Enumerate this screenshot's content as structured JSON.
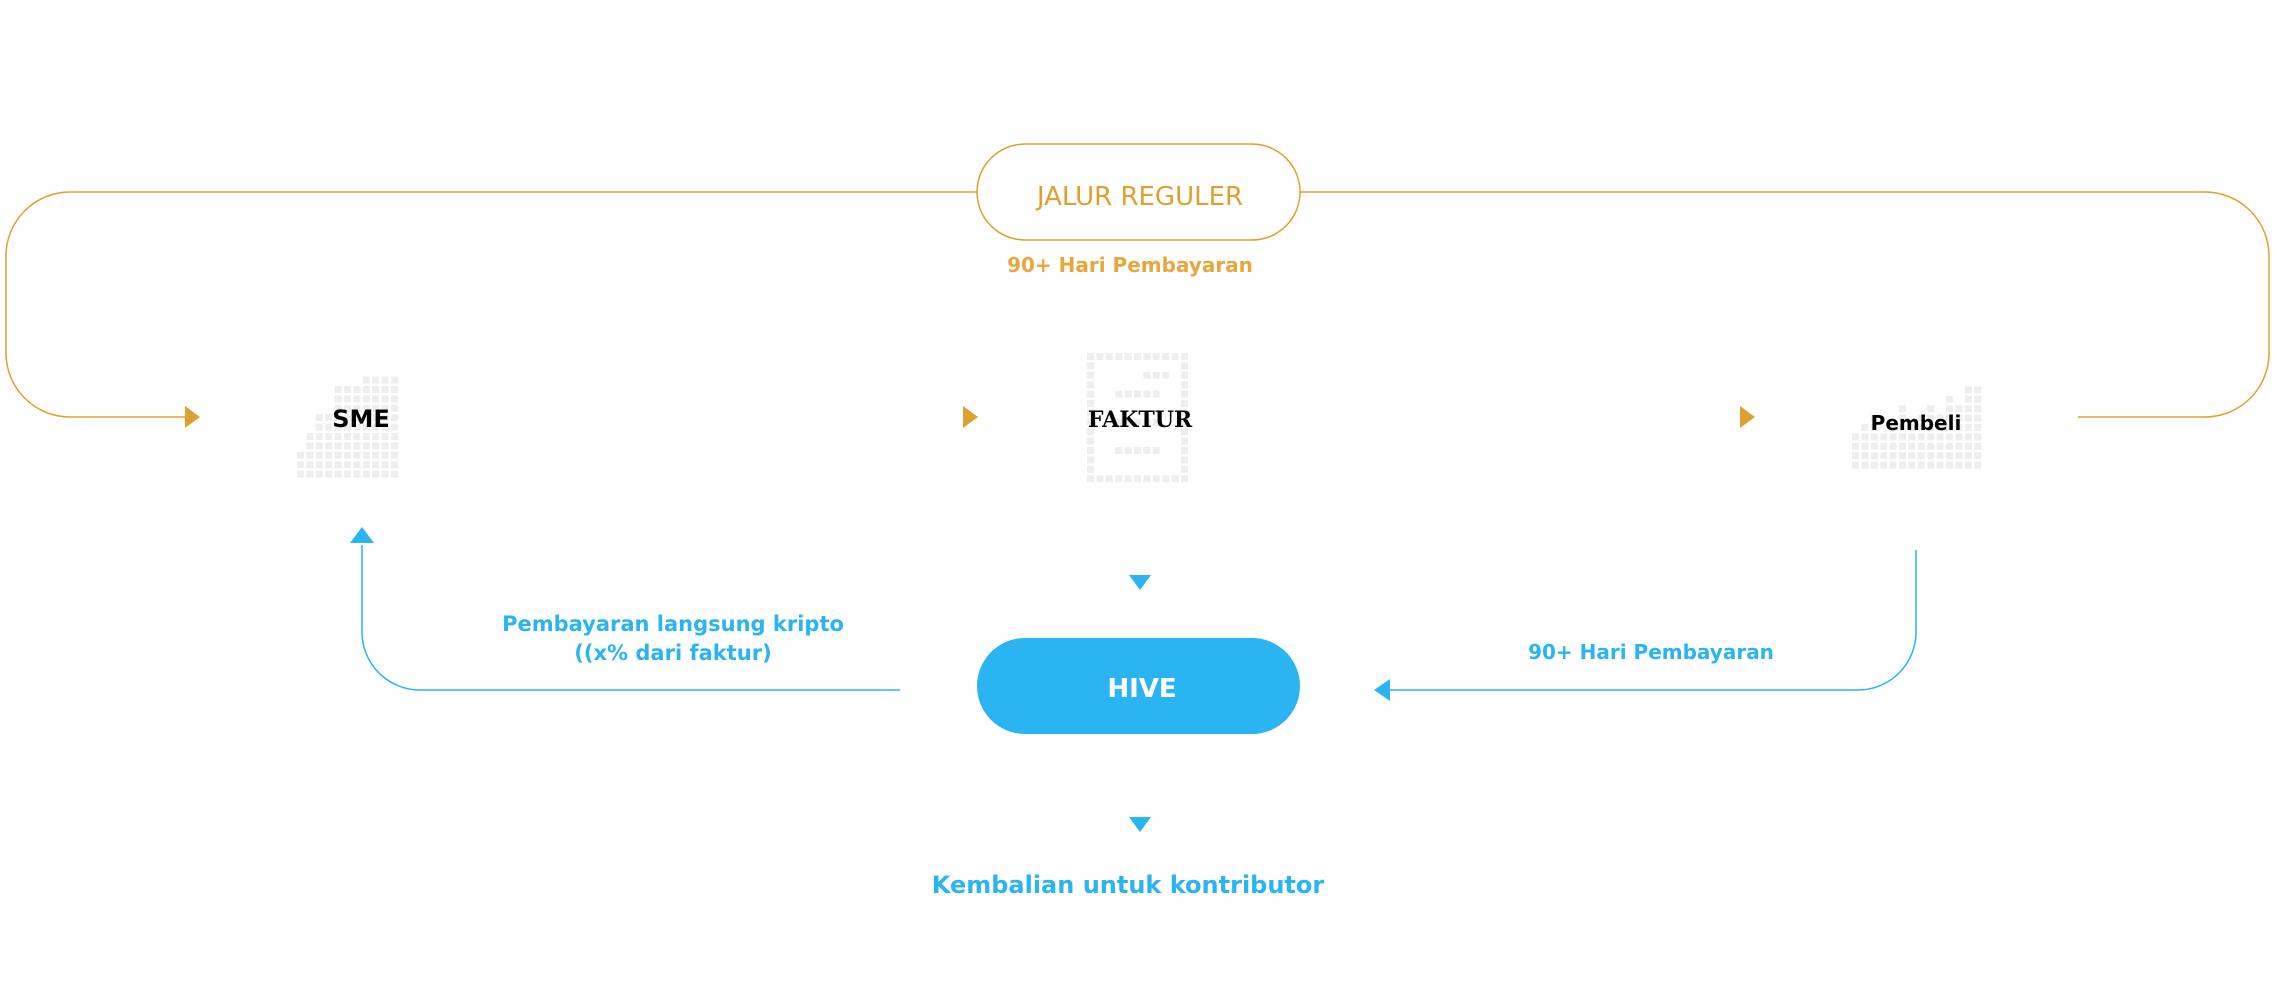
{
  "colors": {
    "orange": "#E0A030",
    "orange_text": "#E8A73B",
    "blue": "#2AB4F1",
    "icon_grid": "#EEEEEE"
  },
  "regular_route": {
    "label": "JALUR REGULER",
    "sublabel": "90+ Hari Pembayaran"
  },
  "nodes": {
    "sme": {
      "label": "SME",
      "icon": "building-icon"
    },
    "invoice": {
      "label": "FAKTUR",
      "icon": "document-icon"
    },
    "buyer": {
      "label": "Pembeli",
      "icon": "bar-chart-icon"
    }
  },
  "hive": {
    "label": "HIVE"
  },
  "payments": {
    "direct_line1": "Pembayaran langsung kripto",
    "direct_line2": "((x% dari faktur)",
    "buyer_payment": "90+ Hari Pembayaran"
  },
  "footer": {
    "returns": "Kembalian untuk kontributor"
  }
}
